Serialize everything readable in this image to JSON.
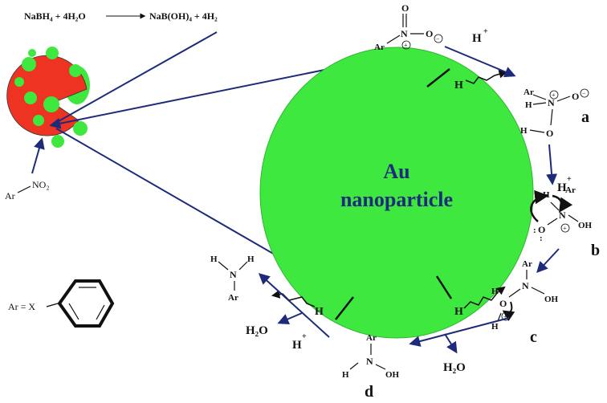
{
  "reaction": {
    "reactant": "NaBH₄ + 4H₂O",
    "product": "NaB(OH)₄ + 4H₂"
  },
  "nanoparticle": {
    "line1": "Au",
    "line2": "nanoparticle"
  },
  "substrate": {
    "ar": "Ar",
    "group": "NO₂"
  },
  "ar_definition": {
    "lhs": "Ar = X"
  },
  "intermediates": {
    "a": "a",
    "b": "b",
    "c": "c",
    "d": "d"
  },
  "atoms": {
    "H": "H",
    "O": "O",
    "N": "N",
    "Ar": "Ar",
    "OH": "OH",
    "plus": "+",
    "minus": "−",
    "lone_pair": ":"
  },
  "proton": {
    "label": "H",
    "charge": "+"
  },
  "water": "H₂O",
  "surface_h": "H",
  "colors": {
    "nanoparticle": "#3ee83e",
    "catalyst_body": "#ee3322",
    "arrow": "#1d2b7a",
    "text": "#111111"
  }
}
